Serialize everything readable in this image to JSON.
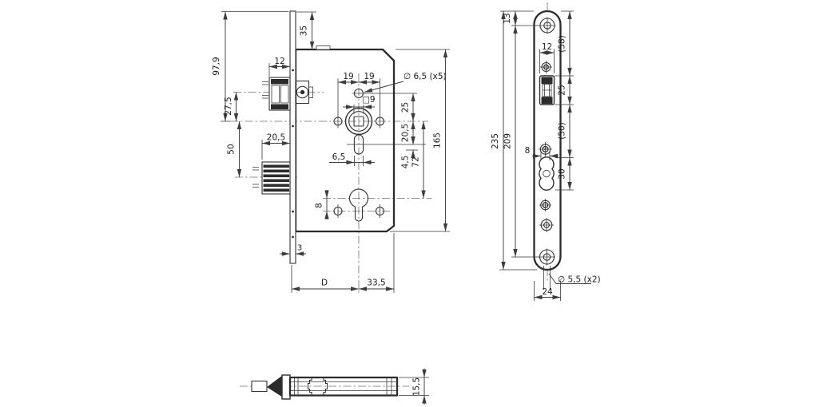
{
  "drawing": {
    "background": "#ffffff",
    "line_color": "#2b2b2b",
    "dim_color": "#3c3c3c",
    "front": {
      "d979": "97,9",
      "d35": "35",
      "d12": "12",
      "d275": "27,5",
      "d50": "50",
      "d205bolt": "20,5",
      "d19a": "19",
      "d19b": "19",
      "dia65": "∅ 6,5 (x5)",
      "sq9": "□9",
      "d25": "25",
      "d205": "20,5",
      "d65": "6,5",
      "d45": "4,5",
      "d72": "72",
      "d165": "165",
      "d8": "8",
      "d3": "3",
      "dD": "D",
      "d335": "33,5"
    },
    "plate": {
      "d13": "13",
      "d58": "(58)",
      "d12": "12",
      "d25": "25",
      "d50": "(50)",
      "d8": "8",
      "d30": "30",
      "d235": "235",
      "d209": "209",
      "dia55": "∅ 5,5 (x2)",
      "d24": "24"
    },
    "bottom": {
      "d155": "15,5"
    }
  }
}
